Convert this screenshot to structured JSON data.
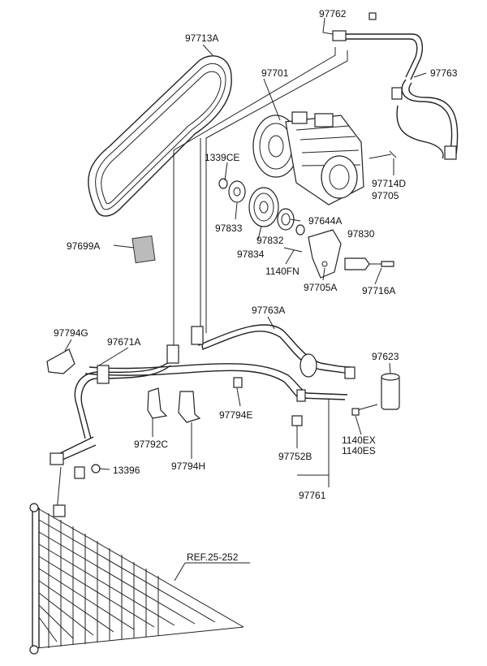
{
  "diagram": {
    "labels": {
      "p97762": "97762",
      "p97713A": "97713A",
      "p97701": "97701",
      "p97763": "97763",
      "p1339CE": "1339CE",
      "p97714D": "97714D",
      "p97705": "97705",
      "p97833": "97833",
      "p97644A": "97644A",
      "p97832": "97832",
      "p97830": "97830",
      "p97834": "97834",
      "p1140FN": "1140FN",
      "p97705A": "97705A",
      "p97716A": "97716A",
      "p97699A": "97699A",
      "p97763A": "97763A",
      "p97794G": "97794G",
      "p97671A": "97671A",
      "p97623": "97623",
      "p97794E": "97794E",
      "p97792C": "97792C",
      "p1140EX": "1140EX",
      "p1140ES": "1140ES",
      "p97794H": "97794H",
      "p97752B": "97752B",
      "p13396": "13396",
      "p97761": "97761",
      "ref": "REF.25-252"
    }
  }
}
